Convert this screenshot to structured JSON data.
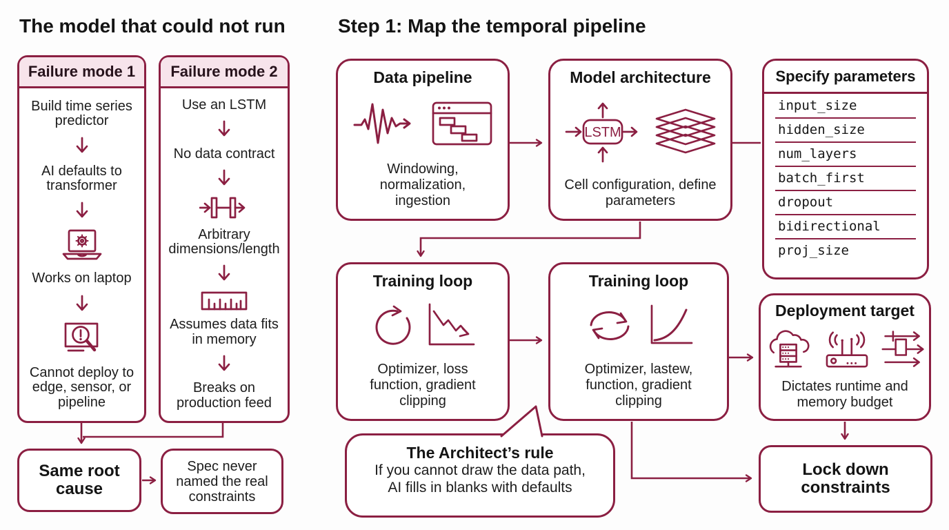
{
  "colors": {
    "maroon": "#8b1f42",
    "pink": "#f7e4eb",
    "ink": "#1c1c1c"
  },
  "left": {
    "title": "The model that could not run",
    "failure1": {
      "header": "Failure mode 1",
      "steps": [
        "Build time series predictor",
        "AI defaults to transformer",
        "Works on laptop",
        "Cannot deploy to edge, sensor, or pipeline"
      ]
    },
    "failure2": {
      "header": "Failure mode 2",
      "steps": [
        "Use an LSTM",
        "No data contract",
        "Arbitrary dimensions/length",
        "Assumes data fits in memory",
        "Breaks on production feed"
      ]
    },
    "same_root": "Same root cause",
    "spec_never": "Spec never named the real constraints"
  },
  "right": {
    "title": "Step 1: Map the temporal pipeline",
    "data_pipeline": {
      "title": "Data pipeline",
      "caption": "Windowing, normalization, ingestion"
    },
    "model_architecture": {
      "title": "Model architecture",
      "lstm_label": "LSTM",
      "caption": "Cell configuration, define parameters"
    },
    "specify_parameters": {
      "title": "Specify parameters",
      "params": [
        "input_size",
        "hidden_size",
        "num_layers",
        "batch_first",
        "dropout",
        "bidirectional",
        "proj_size"
      ]
    },
    "training_loop_1": {
      "title": "Training loop",
      "caption": "Optimizer, loss function, gradient clipping"
    },
    "training_loop_2": {
      "title": "Training loop",
      "caption": "Optimizer, lastew, function, gradient clipping"
    },
    "deployment_target": {
      "title": "Deployment target",
      "caption": "Dictates runtime and memory budget"
    },
    "architects_rule": {
      "title": "The Architect’s rule",
      "line1": "If you cannot draw the data path,",
      "line2": "AI fills in blanks with defaults"
    },
    "lock_down": "Lock down constraints"
  },
  "icons": [
    "laptop-gear-icon",
    "magnifier-alert-icon",
    "dimension-arrows-icon",
    "ruler-icon",
    "waveform-icon",
    "window-schedule-icon",
    "lstm-cell-icon",
    "layers-stack-icon",
    "loop-arrow-icon",
    "loss-curve-icon",
    "sync-arrows-icon",
    "growth-curve-icon",
    "cloud-server-icon",
    "router-icon",
    "stream-arrows-icon",
    "down-arrow-icon"
  ]
}
